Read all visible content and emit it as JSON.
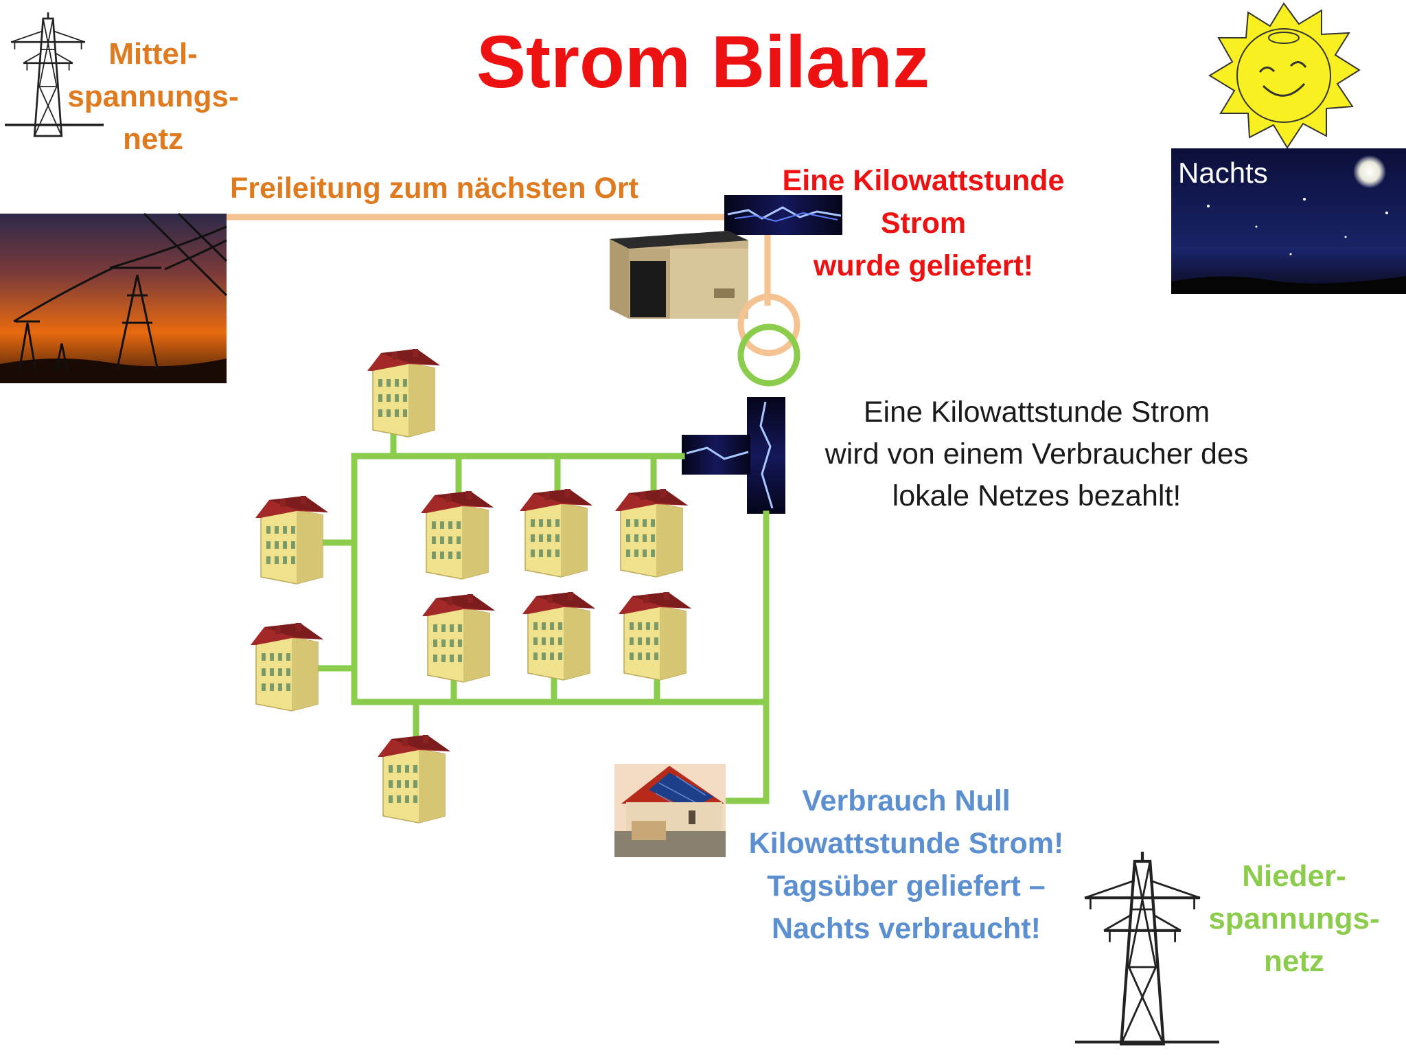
{
  "title": "Strom Bilanz",
  "mittelspannung": {
    "line1": "Mittel-",
    "line2": "spannungs-",
    "line3": "netz"
  },
  "freileitung": "Freileitung zum nächsten Ort",
  "delivered": {
    "line1": "Eine Kilowattstunde",
    "line2": "Strom",
    "line3": "wurde geliefert!"
  },
  "night_label": "Nachts",
  "paid": {
    "line1": "Eine Kilowattstunde Strom",
    "line2": "wird von einem Verbraucher des",
    "line3": "lokale Netzes bezahlt!"
  },
  "consumption": {
    "line1": "Verbrauch Null",
    "line2": "Kilowattstunde Strom!",
    "line3": "Tagsüber geliefert –",
    "line4": "Nachts verbraucht!"
  },
  "niederspannung": {
    "line1": "Nieder-",
    "line2": "spannungs-",
    "line3": "netz"
  },
  "colors": {
    "title": "#ee1111",
    "medium_voltage": "#e07a1f",
    "overhead_line": "#f5c291",
    "low_voltage_grid": "#8ccc4c",
    "consumption_text": "#5b8fd0",
    "house_roof": "#a32929",
    "house_wall": "#f0e28c"
  },
  "icons": [
    "pylon-icon",
    "sun-icon",
    "moon-icon",
    "substation-icon",
    "transformer-icon",
    "lightning-icon",
    "apartment-house-icon",
    "solar-house-icon"
  ]
}
